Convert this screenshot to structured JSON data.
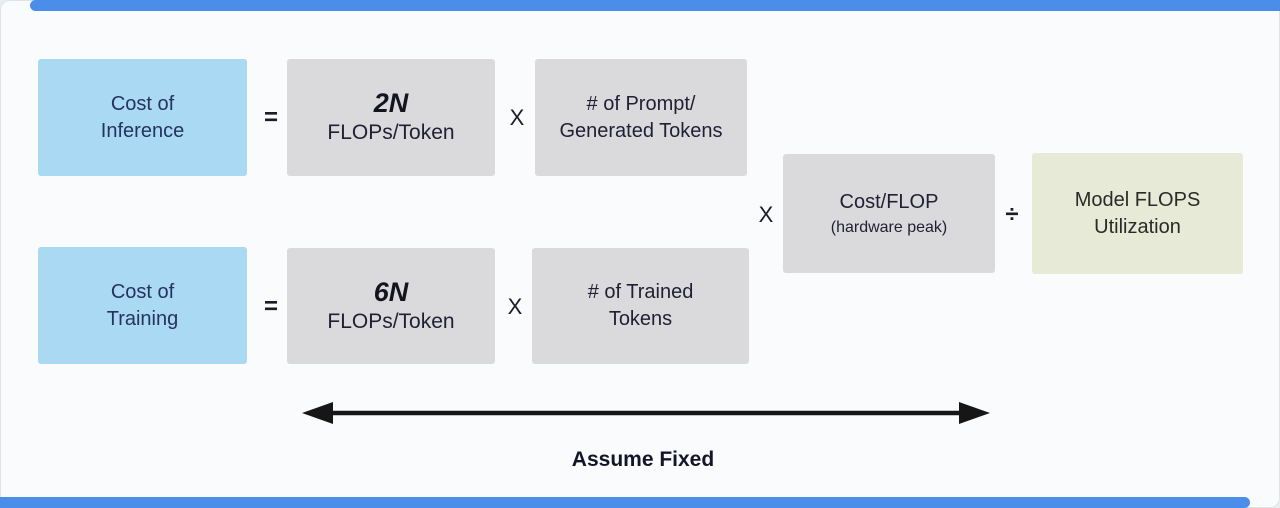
{
  "colors": {
    "accent_bar": "#4a8eea",
    "box_blue": "#a9d9f3",
    "box_gray": "#dadadd",
    "box_green": "#e7ead6",
    "card_background": "#fafbfd",
    "arrow": "#161616"
  },
  "boxes": {
    "cost_of_inference": {
      "lines": [
        "Cost of",
        "Inference"
      ]
    },
    "flops_2n": {
      "value": "2N",
      "label": "FLOPs/Token"
    },
    "prompt_tokens": {
      "lines": [
        "# of Prompt/",
        "Generated Tokens"
      ]
    },
    "cost_per_flop": {
      "title": "Cost/FLOP",
      "subtitle": "(hardware peak)"
    },
    "model_flops_utilization": {
      "lines": [
        "Model FLOPS",
        "Utilization"
      ]
    },
    "cost_of_training": {
      "lines": [
        "Cost of",
        "Training"
      ]
    },
    "flops_6n": {
      "value": "6N",
      "label": "FLOPs/Token"
    },
    "trained_tokens": {
      "lines": [
        "# of Trained",
        "Tokens"
      ]
    }
  },
  "operators": {
    "equals": "=",
    "multiply": "X",
    "divide": "÷"
  },
  "annotation": {
    "assume_fixed": "Assume Fixed"
  }
}
